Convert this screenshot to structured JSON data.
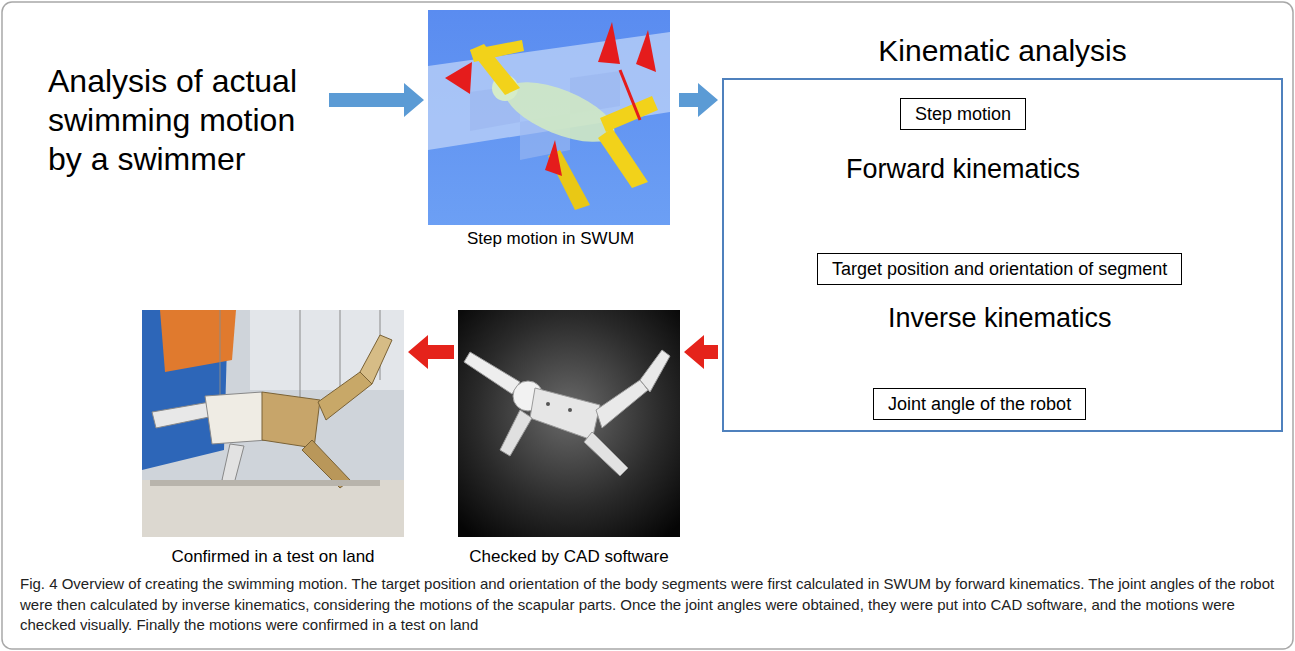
{
  "diagram": {
    "caption": "Fig. 4 Overview of creating the swimming motion. The target position and orientation of the body segments were first calculated in SWUM by forward kinematics. The joint angles of the robot were then calculated by inverse kinematics, considering the motions of the scapular parts. Once the joint angles were obtained, they were put into CAD software, and the motions were checked visually. Finally the motions were confirmed in a test on land",
    "nodes": [
      {
        "text": [
          "Analysis of actual swimming motion by a swimmer"
        ]
      },
      {
        "text": [
          "Step motion in SWUM"
        ]
      },
      {
        "text": [
          "Kinematic analysis"
        ]
      },
      {
        "text": [
          "Step motion"
        ],
        "in": 2
      },
      {
        "text": [
          "Target position and orientation of segment"
        ],
        "in": 2
      },
      {
        "text": [
          "Joint angle of the robot"
        ],
        "in": 2
      },
      {
        "text": [
          "Checked by CAD software"
        ]
      },
      {
        "text": [
          "Confirmed in a test on land"
        ]
      }
    ],
    "edges": [
      {
        "from": 0,
        "to": 1,
        "arrow": "to"
      },
      {
        "from": 1,
        "to": 2,
        "arrow": "to"
      },
      {
        "from": 3,
        "to": 4,
        "arrow": "to",
        "label": "Forward kinematics"
      },
      {
        "from": 4,
        "to": 5,
        "arrow": "to",
        "label": "Inverse kinematics"
      },
      {
        "from": 2,
        "to": 6,
        "arrow": "to"
      },
      {
        "from": 6,
        "to": 7,
        "arrow": "to"
      }
    ]
  }
}
